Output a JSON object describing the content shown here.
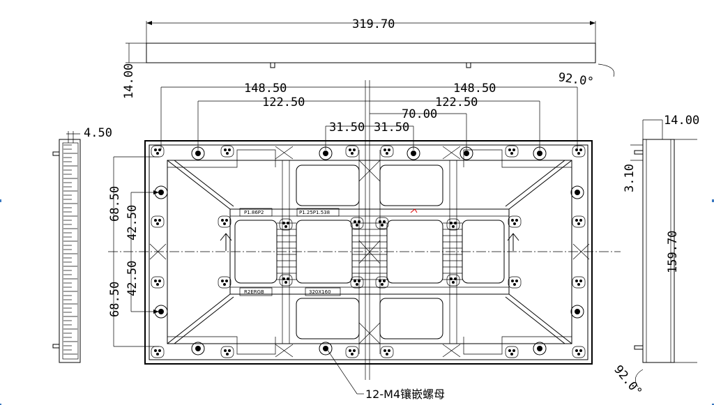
{
  "dimensions": {
    "overall_length": "319.70",
    "thickness_top": "14.00",
    "angle_top": "92.0°",
    "half_span_left": "148.50",
    "half_span_right": "148.50",
    "inner_span_left": "122.50",
    "inner_span_right": "122.50",
    "offset_70": "70.00",
    "center_left": "31.50",
    "center_right": "31.50",
    "side_offset": "4.50",
    "right_depth": "14.00",
    "right_pin": "3.10",
    "overall_height": "159.70",
    "angle_bottom": "92.0°",
    "left_upper_outer": "68.50",
    "left_upper_inner": "42.50",
    "left_lower_inner": "42.50",
    "left_lower_outer": "68.50"
  },
  "labels": {
    "pitch_tag_1": "P1.86P2",
    "pitch_tag_2": "P1.25P1.538",
    "model_tag": "R2ERGB",
    "size_tag": "320X160"
  },
  "callout": {
    "nut_note": "12-M4镶嵌螺母"
  }
}
